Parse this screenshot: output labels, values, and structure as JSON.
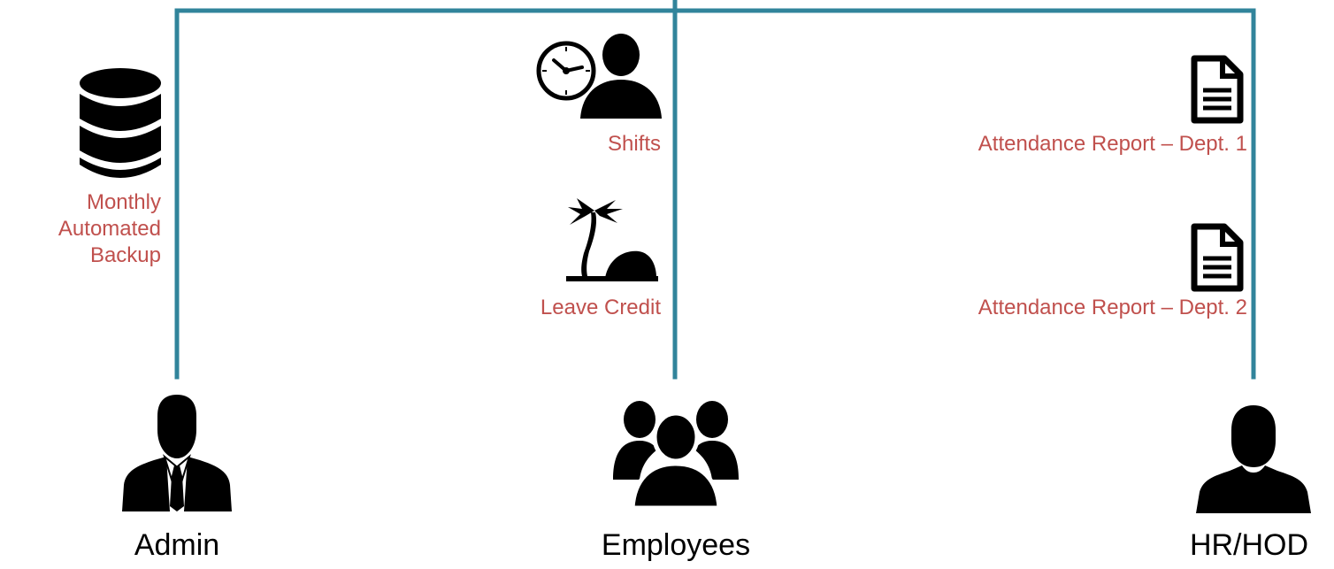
{
  "colors": {
    "connector": "#31849b",
    "caption": "#c0504d",
    "icon": "#000000",
    "label": "#000000"
  },
  "admin_side": {
    "backup_icon": "database-icon",
    "backup_caption_lines": [
      "Monthly",
      "Automated",
      "Backup"
    ]
  },
  "employee_side": {
    "shifts_icon": "clock-person-icon",
    "shifts_caption": "Shifts",
    "leave_icon": "palm-island-icon",
    "leave_caption": "Leave Credit"
  },
  "hr_side": {
    "report1_icon": "document-icon",
    "report1_caption": "Attendance Report – Dept. 1",
    "report2_icon": "document-icon",
    "report2_caption": "Attendance Report – Dept. 2"
  },
  "actors": {
    "admin": {
      "label": "Admin",
      "icon": "businessman-icon"
    },
    "employees": {
      "label": "Employees",
      "icon": "group-icon"
    },
    "hr": {
      "label": "HR/HOD",
      "icon": "person-icon"
    }
  }
}
